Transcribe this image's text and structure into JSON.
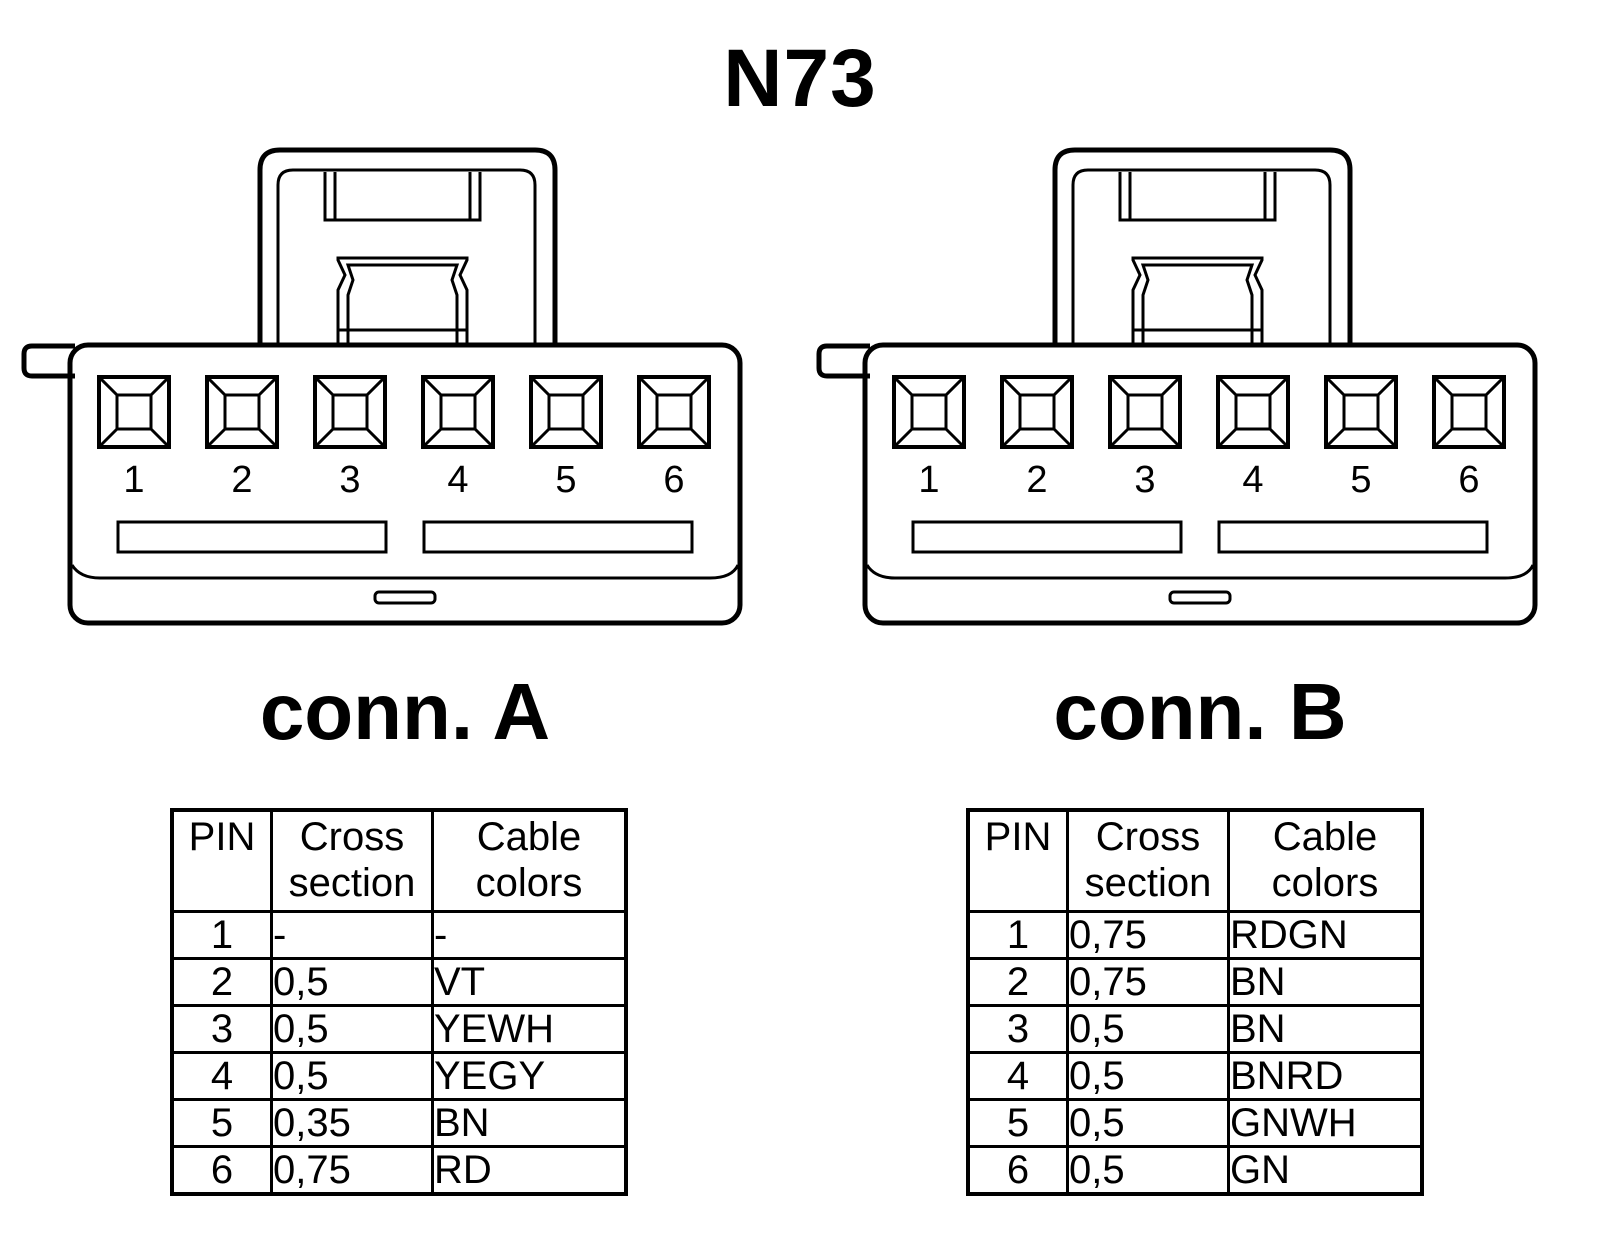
{
  "title": "N73",
  "connectors": [
    {
      "label": "conn. A",
      "pins": [
        "1",
        "2",
        "3",
        "4",
        "5",
        "6"
      ],
      "table": {
        "headers": [
          "PIN",
          "Cross section",
          "Cable colors"
        ],
        "rows": [
          [
            "1",
            "-",
            "-"
          ],
          [
            "2",
            "0,5",
            "VT"
          ],
          [
            "3",
            "0,5",
            "YEWH"
          ],
          [
            "4",
            "0,5",
            "YEGY"
          ],
          [
            "5",
            "0,35",
            "BN"
          ],
          [
            "6",
            "0,75",
            "RD"
          ]
        ]
      }
    },
    {
      "label": "conn. B",
      "pins": [
        "1",
        "2",
        "3",
        "4",
        "5",
        "6"
      ],
      "table": {
        "headers": [
          "PIN",
          "Cross section",
          "Cable colors"
        ],
        "rows": [
          [
            "1",
            "0,75",
            "RDGN"
          ],
          [
            "2",
            "0,75",
            "BN"
          ],
          [
            "3",
            "0,5",
            "BN"
          ],
          [
            "4",
            "0,5",
            "BNRD"
          ],
          [
            "5",
            "0,5",
            "GNWH"
          ],
          [
            "6",
            "0,5",
            "GN"
          ]
        ]
      }
    }
  ]
}
